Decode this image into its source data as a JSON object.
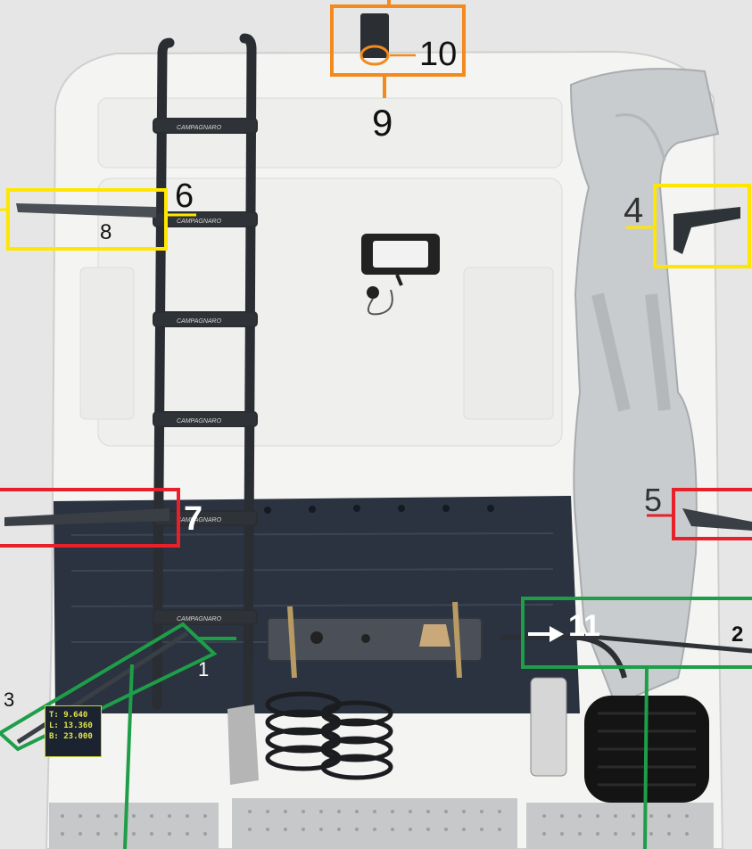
{
  "callouts": [
    {
      "id": "1",
      "label": "1",
      "box_color": "#1e9e48"
    },
    {
      "id": "2",
      "label": "2",
      "box_color": "#1e9e48"
    },
    {
      "id": "3",
      "label": "3",
      "box_color": "#1e9e48"
    },
    {
      "id": "4",
      "label": "4",
      "box_color": "#ffe600"
    },
    {
      "id": "5",
      "label": "5",
      "box_color": "#e8202a"
    },
    {
      "id": "6",
      "label": "6",
      "box_color": "#ffe600"
    },
    {
      "id": "7",
      "label": "7",
      "box_color": "#e8202a"
    },
    {
      "id": "8",
      "label": "8",
      "box_color": "#ffe600"
    },
    {
      "id": "9",
      "label": "9",
      "box_color": "#f28a1e"
    },
    {
      "id": "10",
      "label": "10",
      "box_color": "#f28a1e"
    },
    {
      "id": "11",
      "label": "11",
      "box_color": "#1e9e48"
    }
  ],
  "ladder_brand": "CAMPAGNARO",
  "weight_plate": {
    "lines": [
      "T: 9.640",
      "L: 13.360",
      "B: 23.000"
    ]
  },
  "colors": {
    "cab": "#f4f4f2",
    "lower_panel": "#2b3340",
    "air_intake": "#c9ccce",
    "green": "#1e9e48",
    "yellow": "#ffe600",
    "red": "#e8202a",
    "orange": "#f28a1e"
  }
}
